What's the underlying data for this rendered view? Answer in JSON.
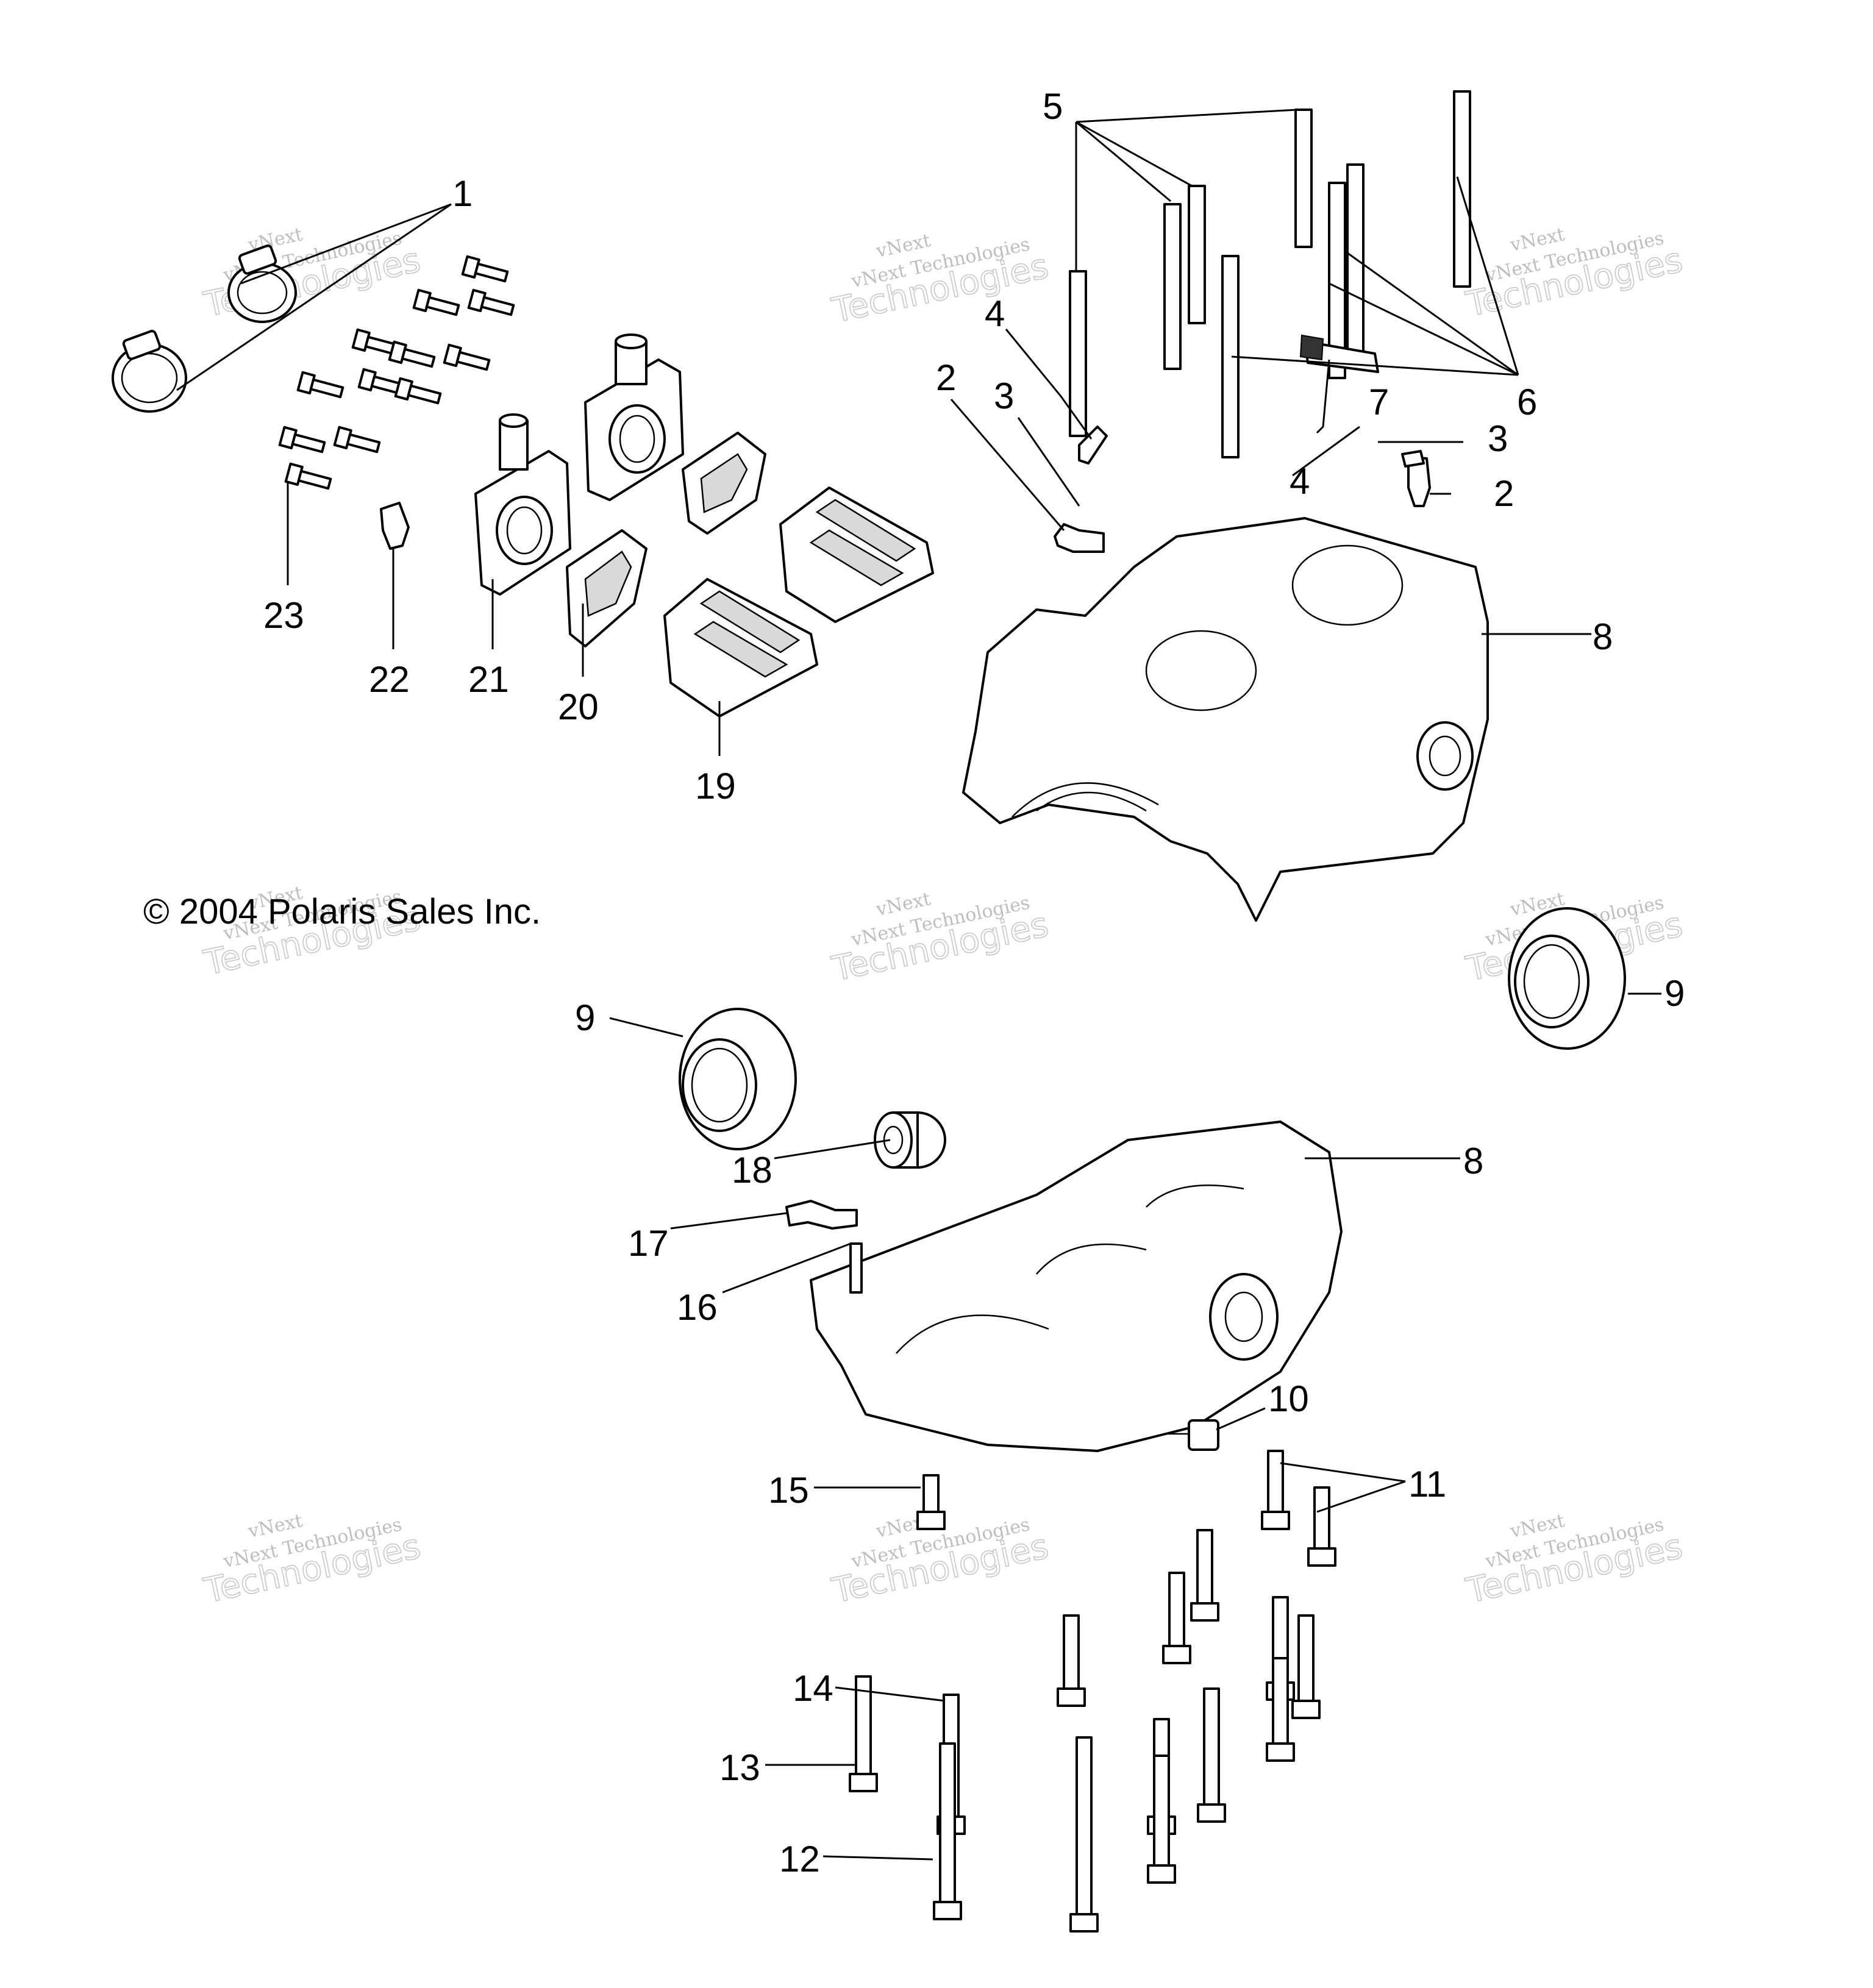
{
  "copyright": "© 2004 Polaris Sales Inc.",
  "watermark": {
    "line1": "vNext",
    "line2": "vNext Technologies",
    "line3": "Technologies"
  },
  "callouts": {
    "c1": "1",
    "c2a": "2",
    "c2b": "2",
    "c3a": "3",
    "c3b": "3",
    "c4a": "4",
    "c4b": "4",
    "c5": "5",
    "c6": "6",
    "c7": "7",
    "c8a": "8",
    "c8b": "8",
    "c9a": "9",
    "c9b": "9",
    "c10": "10",
    "c11": "11",
    "c12": "12",
    "c13": "13",
    "c14": "14",
    "c15": "15",
    "c16": "16",
    "c17": "17",
    "c18": "18",
    "c19": "19",
    "c20": "20",
    "c21": "21",
    "c22": "22",
    "c23": "23"
  }
}
